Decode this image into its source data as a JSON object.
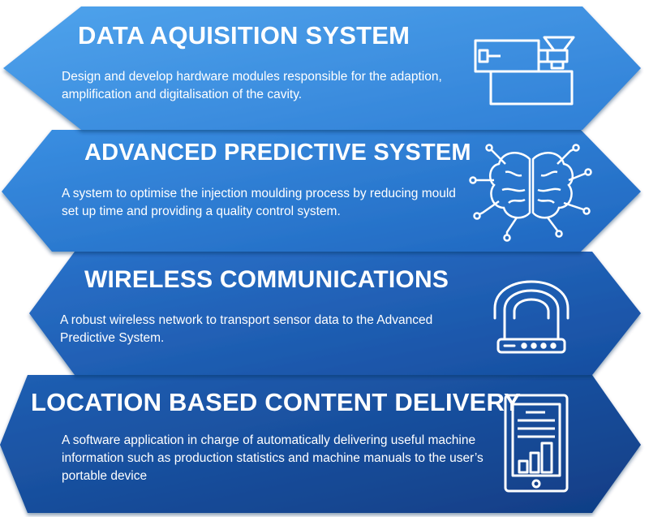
{
  "colors": {
    "panel_1_light": "#4b9de8",
    "panel_1_dark": "#2a78d0",
    "panel_2_light": "#3286dc",
    "panel_2_dark": "#1d5fb6",
    "panel_3_light": "#2468c2",
    "panel_3_dark": "#15489a",
    "panel_4_light": "#1b58ac",
    "panel_4_dark": "#0f3a80",
    "text": "#ffffff"
  },
  "panels": [
    {
      "title": "DATA AQUISITION SYSTEM",
      "description": "Design and develop hardware modules responsible for the adaption, amplification and digitalisation of the cavity.",
      "icon": "machine-icon"
    },
    {
      "title": "ADVANCED PREDICTIVE SYSTEM",
      "description": "A system to optimise the injection moulding process by reducing mould set up time and providing a quality control system.",
      "icon": "brain-circuit-icon"
    },
    {
      "title": "WIRELESS COMMUNICATIONS",
      "description": "A robust wireless network to transport sensor data to the Advanced Predictive System.",
      "icon": "wireless-router-icon"
    },
    {
      "title": "LOCATION BASED CONTENT DELIVERY",
      "description": "A software application in charge of automatically delivering useful machine information such as production statistics and machine manuals to the user’s portable device",
      "icon": "tablet-icon"
    }
  ]
}
